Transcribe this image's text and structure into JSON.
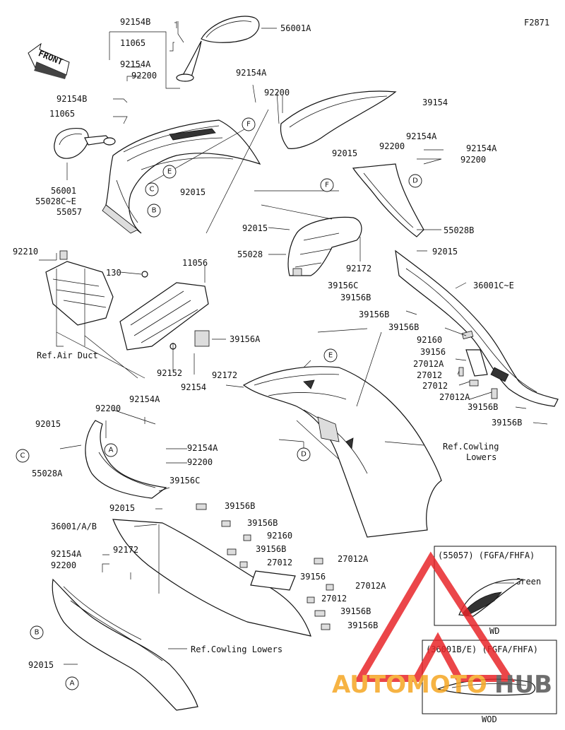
{
  "figure_code": "F2871",
  "front_label": "FRONT",
  "ref_labels": {
    "air_duct": "Ref.Air Duct",
    "cowling_lowers_1": "Ref.Cowling\nLowers",
    "cowling_lowers_2": "Ref.Cowling Lowers"
  },
  "callouts": [
    "A",
    "B",
    "C",
    "D",
    "E",
    "F"
  ],
  "part_labels": [
    "92154B",
    "56001A",
    "11065",
    "92154A",
    "92200",
    "92154B",
    "11065",
    "56001",
    "55028C~E",
    "55057",
    "92015",
    "92154A",
    "92200",
    "39154",
    "92154A",
    "92200",
    "92154A",
    "92200",
    "92015",
    "55028B",
    "92015",
    "55028",
    "92172",
    "92015",
    "36001C~E",
    "39156C",
    "39156B",
    "39156B",
    "39156B",
    "92160",
    "39156",
    "27012A",
    "27012",
    "27012",
    "27012A",
    "39156B",
    "39156B",
    "92210",
    "130",
    "11056",
    "39156A",
    "92152",
    "92154",
    "92172",
    "92154A",
    "92200",
    "92015",
    "55028A",
    "92154A",
    "92200",
    "39156C",
    "39156B",
    "92015",
    "36001/A/B",
    "39156B",
    "92160",
    "39156B",
    "27012",
    "39156",
    "27012A",
    "27012A",
    "27012",
    "39156B",
    "39156B",
    "92154A",
    "92200",
    "92172",
    "92015"
  ],
  "inset_1": {
    "title": "(55057)  (FGFA/FHFA)",
    "note": "Green",
    "code": "WD"
  },
  "inset_2": {
    "title": "(36001B/E) (FGFA/FHFA)",
    "code": "WOD"
  },
  "watermark": {
    "text_a": "AUTOMOTO",
    "text_b": "HUB",
    "color_a": "#f5a623",
    "color_b": "#555555",
    "logo_color": "#e8262a"
  }
}
